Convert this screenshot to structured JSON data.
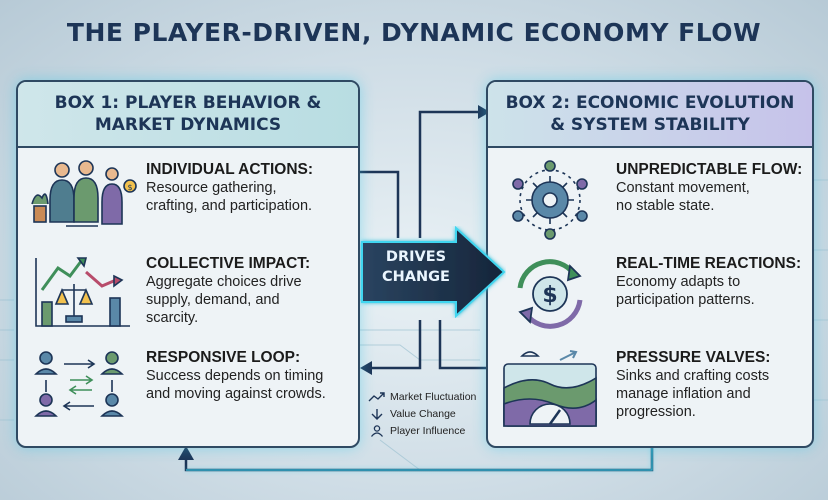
{
  "title": "THE PLAYER-DRIVEN, DYNAMIC ECONOMY FLOW",
  "box1": {
    "heading": "BOX 1: PLAYER BEHAVIOR &\nMARKET DYNAMICS",
    "items": [
      {
        "icon": "people-icon",
        "heading": "INDIVIDUAL ACTIONS:",
        "desc": "Resource gathering,\ncrafting, and participation."
      },
      {
        "icon": "chart-scales-icon",
        "heading": "COLLECTIVE IMPACT:",
        "desc": "Aggregate choices drive\nsupply, demand, and\nscarcity."
      },
      {
        "icon": "exchange-loop-icon",
        "heading": "RESPONSIVE LOOP:",
        "desc": "Success depends on timing\nand moving against crowds."
      }
    ]
  },
  "box2": {
    "heading": "BOX 2: ECONOMIC EVOLUTION\n& SYSTEM STABILITY",
    "items": [
      {
        "icon": "gear-network-icon",
        "heading": "UNPREDICTABLE FLOW:",
        "desc": "Constant movement,\nno stable state."
      },
      {
        "icon": "dollar-cycle-icon",
        "heading": "REAL-TIME REACTIONS:",
        "desc": "Economy adapts to\nparticipation patterns."
      },
      {
        "icon": "gauge-landscape-icon",
        "heading": "PRESSURE VALVES:",
        "desc": "Sinks and crafting costs\nmanage inflation and\nprogression."
      }
    ]
  },
  "center_arrow": {
    "label": "DRIVES\nCHANGE"
  },
  "legend": [
    {
      "icon": "trend-icon",
      "label": "Market Fluctuation"
    },
    {
      "icon": "down-arrow-icon",
      "label": "Value Change"
    },
    {
      "icon": "person-icon",
      "label": "Player Influence"
    }
  ],
  "colors": {
    "accent_cyan": "#3fd6f0",
    "dark_navy": "#1d3557",
    "arrow_dark": "#1e2f45"
  }
}
